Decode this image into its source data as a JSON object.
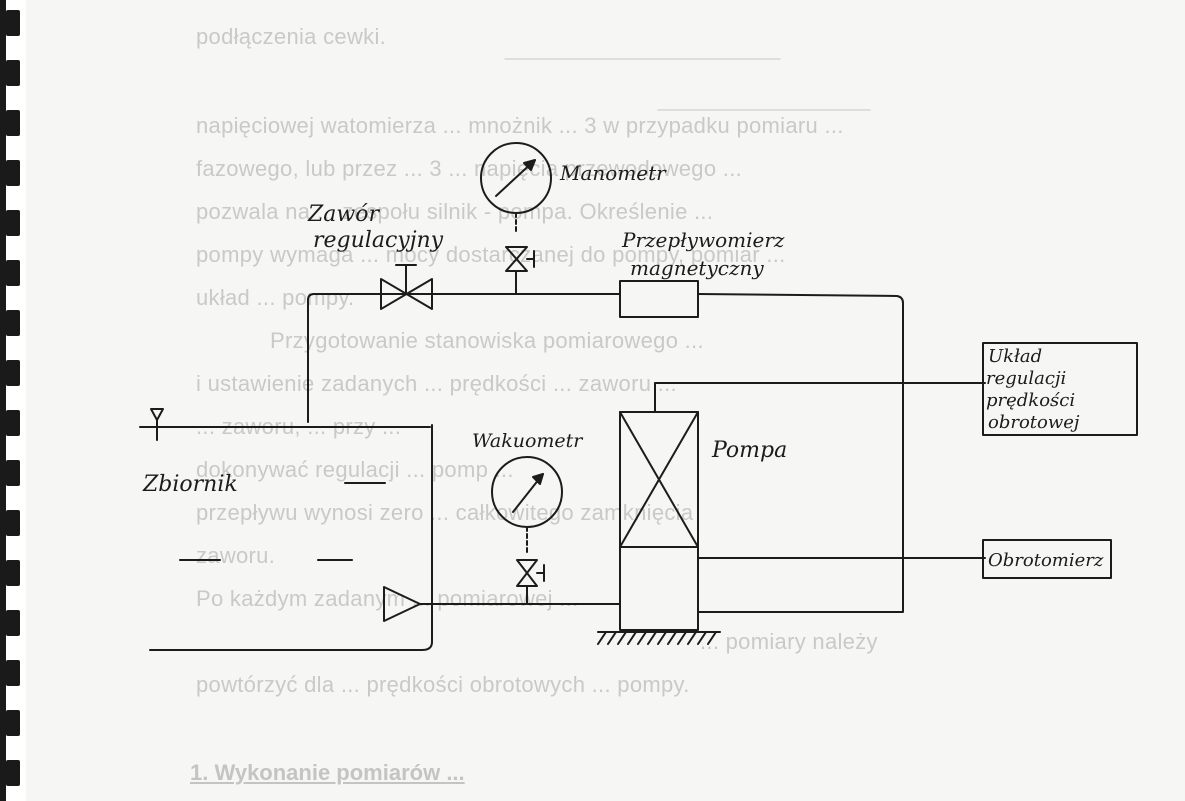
{
  "labels": {
    "zawor_line1": "Zawór",
    "zawor_line2": "regulacyjny",
    "manometr": "Manometr",
    "przeplywomierz_line1": "Przepływomierz",
    "przeplywomierz_line2": "magnetyczny",
    "uklad_line1": "Układ",
    "uklad_line2": "regulacji",
    "uklad_line3": "prędkości",
    "uklad_line4": "obrotowej",
    "wakuometr": "Wakuometr",
    "pompa": "Pompa",
    "zbiornik": "Zbiornik",
    "obrotomierz": "Obrotomierz"
  },
  "background_text": {
    "line1": "podłączenia cewki.",
    "line2": "napięciowej watomierza ... mnożnik ... 3 w przypadku pomiaru ...",
    "line3": "fazowego, lub przez ... 3 ... napięcia przewodowego ...",
    "line4": "pozwala na ... zespołu silnik - pompa. Określenie ...",
    "line5": "pompy wymaga ... mocy dostarczanej do pompy, pomiar ...",
    "line6": "układ ... pompy.",
    "line7": "Przygotowanie stanowiska pomiarowego ...",
    "line8": "i ustawienie zadanych ... prędkości ... zaworu ...",
    "line9": "... zaworu, ... przy ...",
    "line10": "dokonywać regulacji ... pomp ...",
    "line11": "przepływu wynosi zero ... całkowitego zamknięcia",
    "line12": "zaworu.",
    "line13": "Po każdym zadanym ... pomiarowej ...",
    "line14": "... pomiary należy",
    "line15": "powtórzyć dla ... prędkości obrotowych ... pompy.",
    "heading": "1. Wykonanie pomiarów ..."
  },
  "colors": {
    "ink": "#1c1c1c",
    "background_text": "#c9c9c9",
    "paper": "#f6f6f4"
  }
}
